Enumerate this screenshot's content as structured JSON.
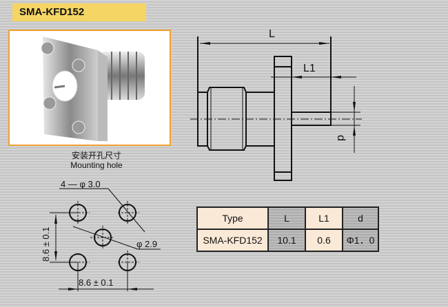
{
  "title": "SMA-KFD152",
  "caption_cn": "安装开孔尺寸",
  "caption_en": "Mounting hole",
  "side_view": {
    "L": "L",
    "L1": "L1",
    "d": "d"
  },
  "mounting": {
    "holes": "4 — φ 3.0",
    "center_hole": "φ 2.9",
    "v_spacing": "8.6 ± 0.1",
    "h_spacing": "8.6 ± 0.1"
  },
  "table": {
    "headers": [
      "Type",
      "L",
      "L1",
      "d"
    ],
    "row": [
      "SMA-KFD152",
      "10.1",
      "0.6",
      "Φ1．0"
    ]
  }
}
